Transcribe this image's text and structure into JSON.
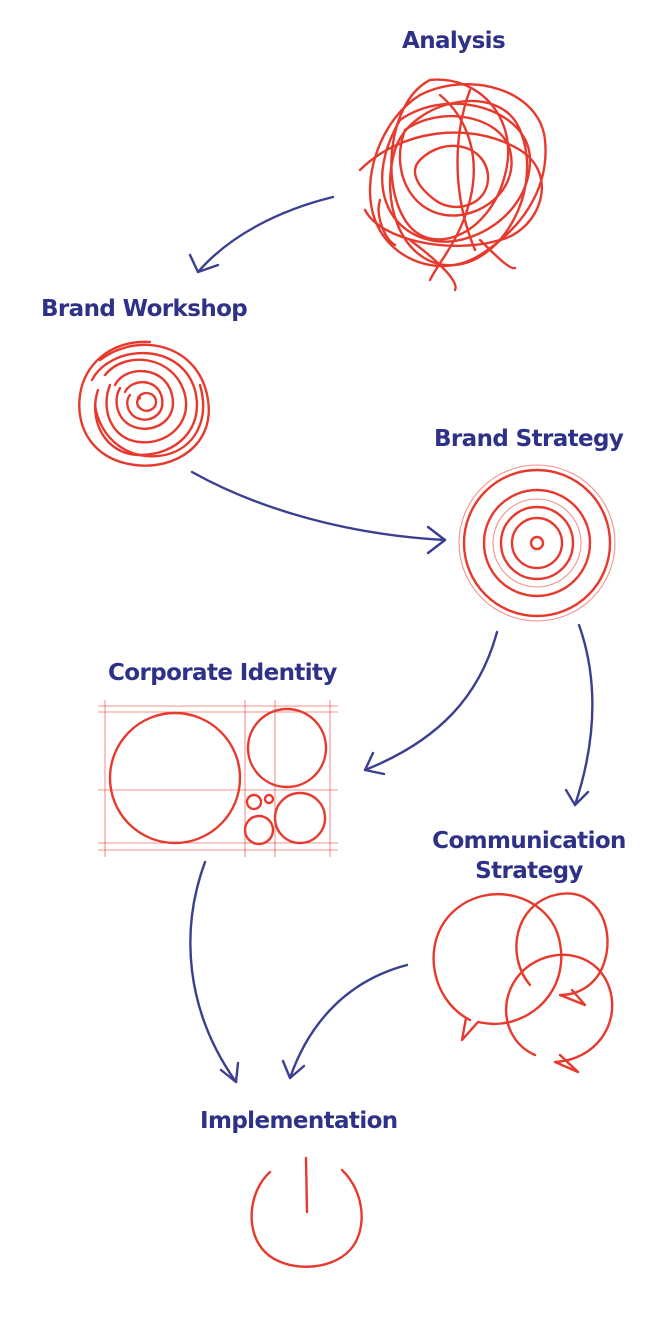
{
  "colors": {
    "label": "#2e3188",
    "sketch": "#e63a2e",
    "arrow": "#3a3f90"
  },
  "nodes": [
    {
      "id": "analysis",
      "label": "Analysis",
      "icon": "scribble-icon"
    },
    {
      "id": "brand-workshop",
      "label": "Brand Workshop",
      "icon": "spiral-icon"
    },
    {
      "id": "brand-strategy",
      "label": "Brand Strategy",
      "icon": "target-icon"
    },
    {
      "id": "corporate-identity",
      "label": "Corporate Identity",
      "icon": "circle-grid-icon"
    },
    {
      "id": "communication-strategy",
      "label": "Communication Strategy",
      "label_lines": [
        "Communication",
        "Strategy"
      ],
      "icon": "speech-bubbles-icon"
    },
    {
      "id": "implementation",
      "label": "Implementation",
      "icon": "power-icon"
    }
  ],
  "edges": [
    {
      "from": "analysis",
      "to": "brand-workshop"
    },
    {
      "from": "brand-workshop",
      "to": "brand-strategy"
    },
    {
      "from": "brand-strategy",
      "to": "corporate-identity"
    },
    {
      "from": "brand-strategy",
      "to": "communication-strategy"
    },
    {
      "from": "corporate-identity",
      "to": "implementation"
    },
    {
      "from": "communication-strategy",
      "to": "implementation"
    }
  ]
}
